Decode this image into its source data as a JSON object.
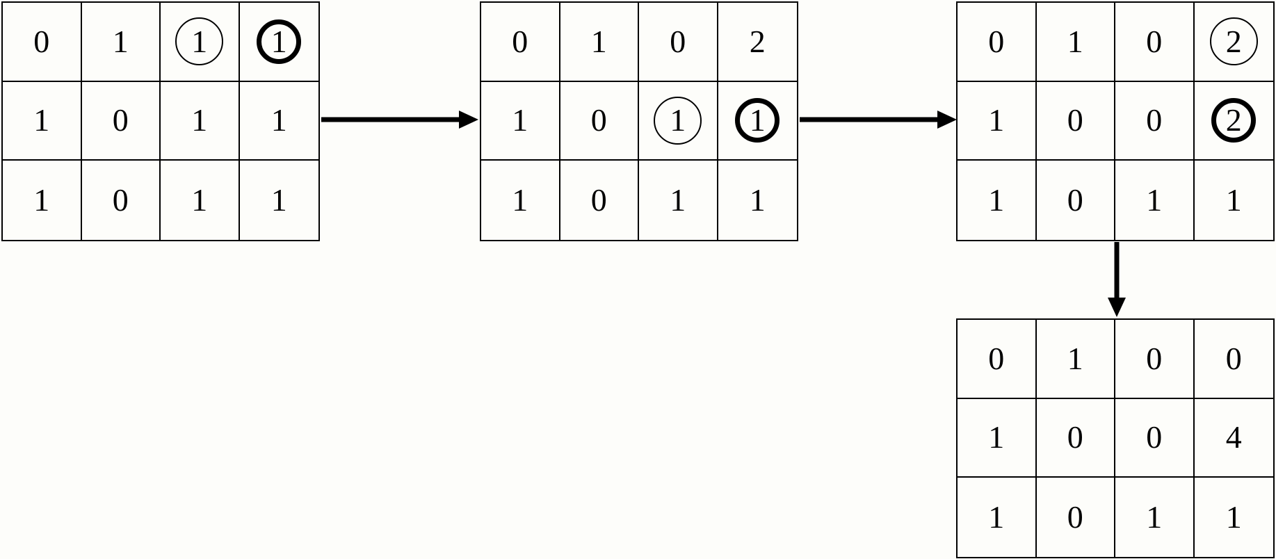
{
  "colors": {
    "background": "#fdfdfa",
    "line": "#000000",
    "text": "#000000"
  },
  "grids": [
    {
      "name": "matrix-step-1",
      "rows": [
        [
          "0",
          "1",
          "1",
          "1"
        ],
        [
          "1",
          "0",
          "1",
          "1"
        ],
        [
          "1",
          "0",
          "1",
          "1"
        ]
      ],
      "annotations": [
        {
          "row": 0,
          "col": 2,
          "style": "thin-circle"
        },
        {
          "row": 0,
          "col": 3,
          "style": "thick-circle"
        }
      ]
    },
    {
      "name": "matrix-step-2",
      "rows": [
        [
          "0",
          "1",
          "0",
          "2"
        ],
        [
          "1",
          "0",
          "1",
          "1"
        ],
        [
          "1",
          "0",
          "1",
          "1"
        ]
      ],
      "annotations": [
        {
          "row": 1,
          "col": 2,
          "style": "thin-circle"
        },
        {
          "row": 1,
          "col": 3,
          "style": "thick-circle"
        }
      ]
    },
    {
      "name": "matrix-step-3",
      "rows": [
        [
          "0",
          "1",
          "0",
          "2"
        ],
        [
          "1",
          "0",
          "0",
          "2"
        ],
        [
          "1",
          "0",
          "1",
          "1"
        ]
      ],
      "annotations": [
        {
          "row": 0,
          "col": 3,
          "style": "thin-circle"
        },
        {
          "row": 1,
          "col": 3,
          "style": "thick-circle"
        }
      ]
    },
    {
      "name": "matrix-step-4",
      "rows": [
        [
          "0",
          "1",
          "0",
          "0"
        ],
        [
          "1",
          "0",
          "0",
          "4"
        ],
        [
          "1",
          "0",
          "1",
          "1"
        ]
      ],
      "annotations": []
    }
  ],
  "arrows": [
    {
      "name": "arrow-step1-to-step2",
      "direction": "right"
    },
    {
      "name": "arrow-step2-to-step3",
      "direction": "right"
    },
    {
      "name": "arrow-step3-to-step4",
      "direction": "down"
    }
  ]
}
